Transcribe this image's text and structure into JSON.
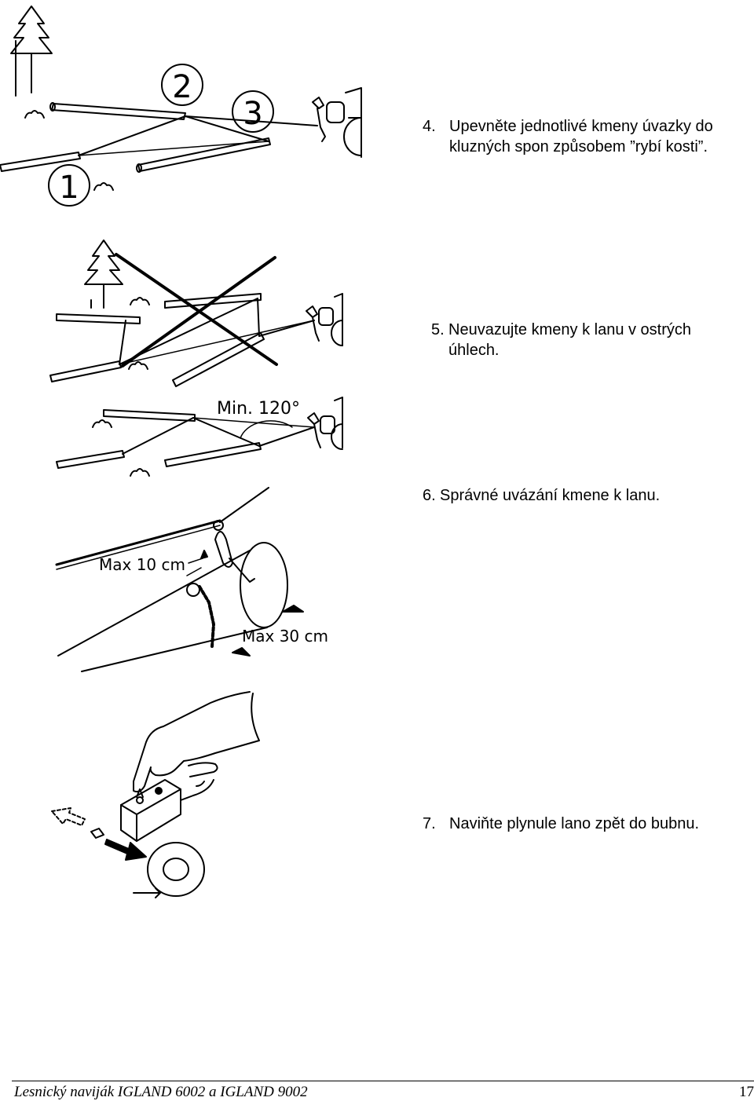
{
  "steps": [
    {
      "number": "4.",
      "line1": "Upevněte jednotlivé kmeny úvazky do",
      "line2": "kluzných spon způsobem ”rybí kosti”."
    },
    {
      "number": "5.",
      "line1": "Neuvazujte kmeny k lanu v ostrých",
      "line2": "úhlech."
    },
    {
      "number": "6.",
      "line1": "Správné uvázání kmene k lanu."
    },
    {
      "number": "7.",
      "line1": "Naviňte plynule lano zpět do bubnu."
    }
  ],
  "figure1": {
    "markers": [
      "1",
      "2",
      "3"
    ]
  },
  "figure3": {
    "angle_label": "Min. 120°"
  },
  "figure4": {
    "label_top": "Max 10 cm",
    "label_bottom": "Max 30 cm"
  },
  "footer": {
    "title": "Lesnický naviják IGLAND 6002 a IGLAND 9002",
    "page_number": "17"
  }
}
